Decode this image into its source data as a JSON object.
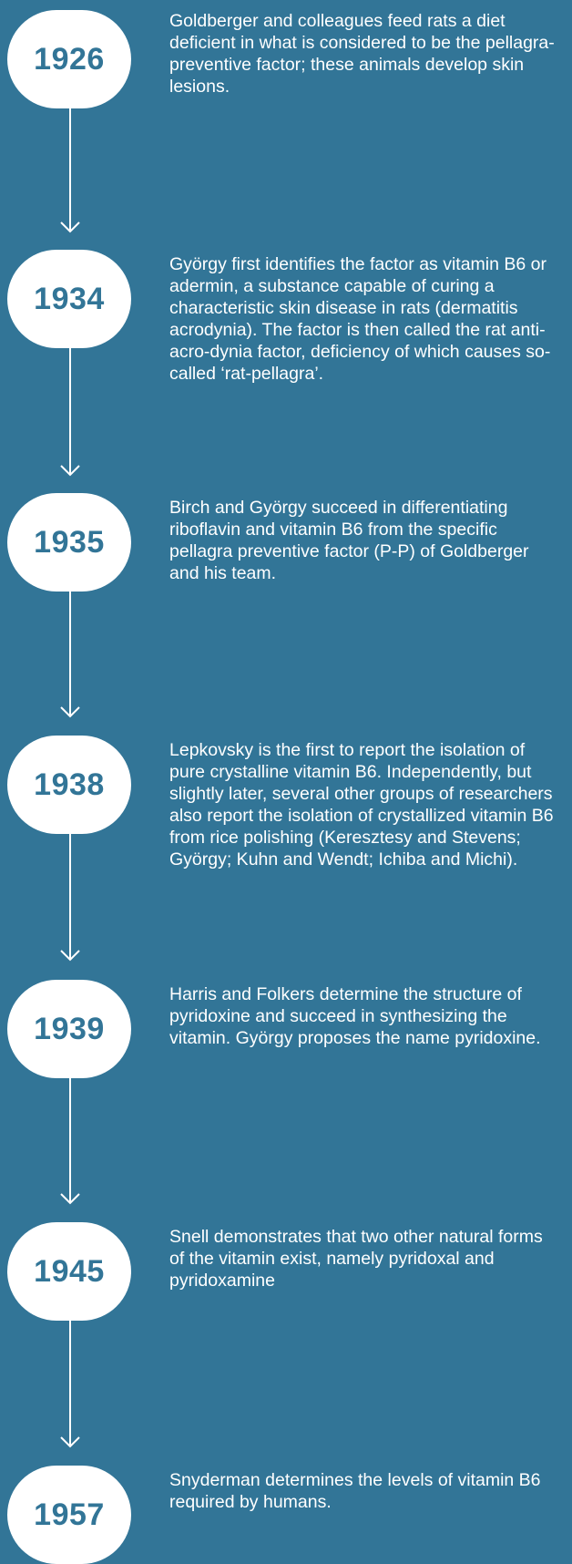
{
  "timeline": {
    "events": [
      {
        "year": "1926",
        "text": "Goldberger and colleagues feed rats a diet deficient in what is considered to be the pellagra-preventive factor; these animals develop skin lesions."
      },
      {
        "year": "1934",
        "text": "György first identifies the factor as vitamin B6 or adermin, a substance capable of curing a characteristic skin disease in rats (dermatitis acrodynia). The factor is then called the rat anti-acro-dynia factor, deficiency of which causes so-called ‘rat-pellagra’."
      },
      {
        "year": "1935",
        "text": "Birch and György succeed in differentiating riboflavin and vitamin B6 from the specific pellagra preventive factor (P-P) of Goldberger and his team."
      },
      {
        "year": "1938",
        "text": "Lepkovsky is the first to report the isolation of pure crystalline vitamin B6. Independently, but slightly later, several other groups of researchers also report the isolation of crystallized vitamin B6 from rice polishing (Keresztesy and Stevens; György; Kuhn and Wendt; Ichiba and Michi)."
      },
      {
        "year": "1939",
        "text": "Harris and Folkers determine the structure of pyridoxine and succeed in synthesizing the vitamin. György proposes the name pyridoxine."
      },
      {
        "year": "1945",
        "text": "Snell demonstrates that two other natural forms of the vitamin exist, namely pyridoxal and pyridoxamine"
      },
      {
        "year": "1957",
        "text": "Snyderman determines the levels of vitamin B6 required by humans."
      }
    ]
  },
  "colors": {
    "background": "#327597",
    "pill": "#ffffff",
    "year_text": "#327597",
    "body_text": "#ffffff",
    "connector": "#ffffff"
  }
}
